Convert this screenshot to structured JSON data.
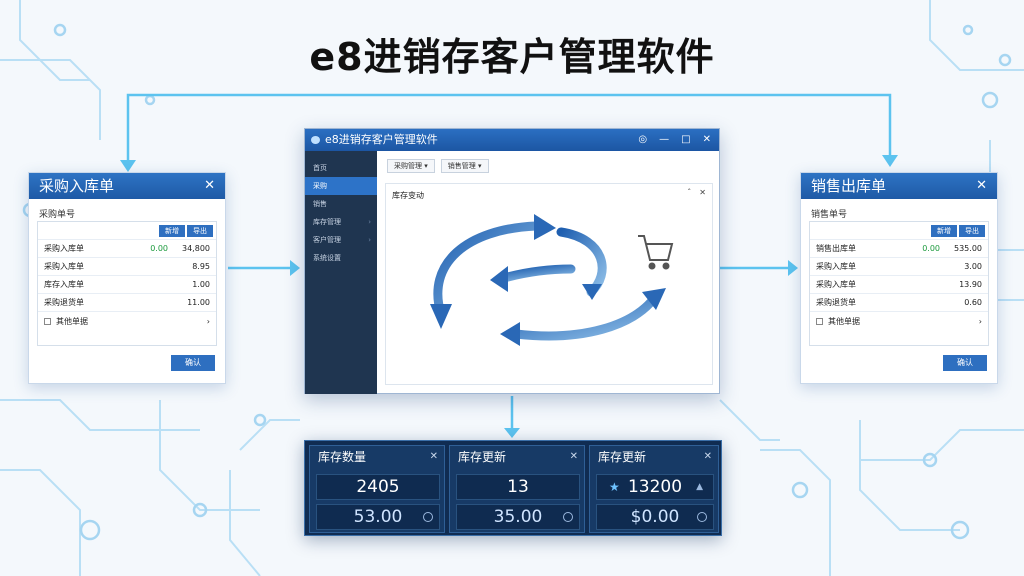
{
  "title": "e8进销存客户管理软件",
  "colors": {
    "accent": "#1f5fae",
    "sidebar": "#1f3550",
    "stats_bg": "#102c52",
    "positive": "#1b9a3c"
  },
  "purchase_panel": {
    "title": "采购入库单",
    "subtitle": "采购单号",
    "header_buttons": [
      "新增",
      "导出"
    ],
    "rows": [
      {
        "label": "采购入库单",
        "extra": "0.00",
        "value": "34,800"
      },
      {
        "label": "采购入库单",
        "extra": "",
        "value": "8.95"
      },
      {
        "label": "库存入库单",
        "extra": "",
        "value": "1.00"
      },
      {
        "label": "采购退货单",
        "extra": "",
        "value": "11.00"
      },
      {
        "label": "其他单据",
        "extra": "",
        "value": "›"
      }
    ],
    "confirm_label": "确认"
  },
  "sales_panel": {
    "title": "销售出库单",
    "subtitle": "销售单号",
    "header_buttons": [
      "新增",
      "导出"
    ],
    "rows": [
      {
        "label": "销售出库单",
        "extra": "0.00",
        "value": "535.00"
      },
      {
        "label": "采购入库单",
        "extra": "",
        "value": "3.00"
      },
      {
        "label": "采购入库单",
        "extra": "",
        "value": "13.90"
      },
      {
        "label": "采购退货单",
        "extra": "",
        "value": "0.60"
      },
      {
        "label": "其他单据",
        "extra": "",
        "value": "›"
      }
    ],
    "confirm_label": "确认"
  },
  "main_window": {
    "title": "e8进销存客户管理软件",
    "controls": [
      "◎",
      "—",
      "□",
      "✕"
    ],
    "sidebar": [
      {
        "label": "首页",
        "active": false
      },
      {
        "label": "采购",
        "active": true
      },
      {
        "label": "销售",
        "active": false
      },
      {
        "label": "库存管理",
        "active": false
      },
      {
        "label": "客户管理",
        "active": false
      },
      {
        "label": "系统设置",
        "active": false
      }
    ],
    "toolbar": [
      "采购管理 ▾",
      "销售管理 ▾"
    ],
    "card_title": "库存变动",
    "card_controls": [
      "ˆ",
      "✕"
    ]
  },
  "stats": [
    {
      "title": "库存数量",
      "value": "2405",
      "subvalue": "53.00"
    },
    {
      "title": "库存更新",
      "value": "13",
      "subvalue": "35.00"
    },
    {
      "title": "库存更新",
      "value": "13200",
      "subvalue": "$0.00"
    }
  ]
}
